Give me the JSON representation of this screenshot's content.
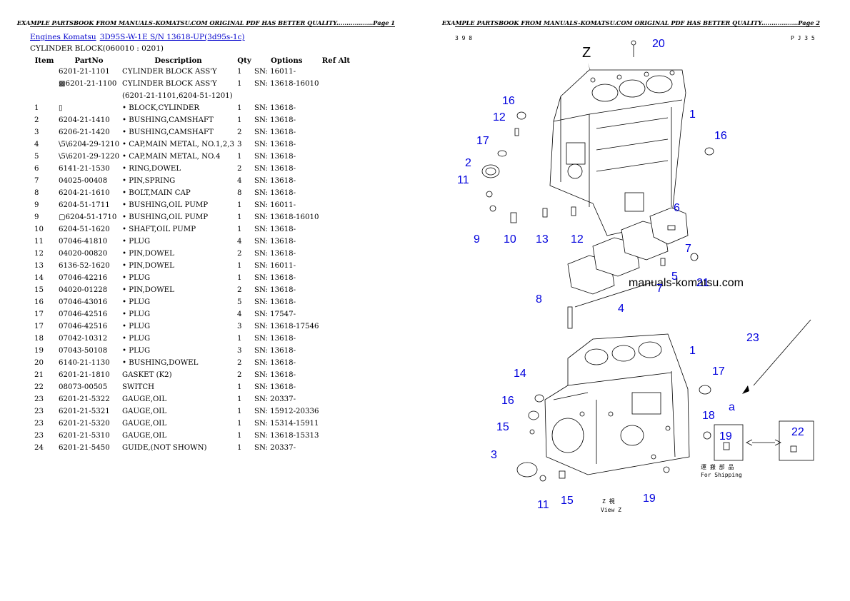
{
  "header_text_p1": "EXAMPLE PARTSBOOK FROM MANUALS-KOMATSU.COM ORIGINAL PDF HAS BETTER QUALITY..................Page 1",
  "header_text_p2": "EXAMPLE PARTSBOOK FROM MANUALS-KOMATSU.COM ORIGINAL PDF HAS BETTER QUALITY..................Page 2",
  "breadcrumb": {
    "link1": "Engines Komatsu",
    "link2": "3D95S-W-1E S/N 13618-UP(3d95s-1c)"
  },
  "subtitle": "CYLINDER BLOCK(060010 : 0201)",
  "columns": [
    "Item",
    "PartNo",
    "Description",
    "Qty",
    "Options",
    "Ref Alt"
  ],
  "rows": [
    {
      "item": "",
      "part": "6201-21-1101",
      "desc": "CYLINDER BLOCK ASS'Y",
      "qty": "1",
      "opt": "SN: 16011-",
      "ref": ""
    },
    {
      "item": "",
      "part": "▩6201-21-1100",
      "desc": "CYLINDER BLOCK ASS'Y",
      "qty": "1",
      "opt": "SN: 13618-16010",
      "ref": ""
    },
    {
      "item": "",
      "part": "",
      "desc": "(6201-21-1101,6204-51-1201)",
      "qty": "",
      "opt": "",
      "ref": ""
    },
    {
      "item": "1",
      "part": "▯",
      "desc": "• BLOCK,CYLINDER",
      "qty": "1",
      "opt": "SN: 13618-",
      "ref": ""
    },
    {
      "item": "2",
      "part": "6204-21-1410",
      "desc": "• BUSHING,CAMSHAFT",
      "qty": "1",
      "opt": "SN: 13618-",
      "ref": ""
    },
    {
      "item": "3",
      "part": "6206-21-1420",
      "desc": "• BUSHING,CAMSHAFT",
      "qty": "2",
      "opt": "SN: 13618-",
      "ref": ""
    },
    {
      "item": "4",
      "part": "\\5\\6204-29-1210",
      "desc": "• CAP,MAIN METAL, NO.1,2,3",
      "qty": "3",
      "opt": "SN: 13618-",
      "ref": ""
    },
    {
      "item": "5",
      "part": "\\5\\6201-29-1220",
      "desc": "• CAP,MAIN METAL, NO.4",
      "qty": "1",
      "opt": "SN: 13618-",
      "ref": ""
    },
    {
      "item": "6",
      "part": "6141-21-1530",
      "desc": "• RING,DOWEL",
      "qty": "2",
      "opt": "SN: 13618-",
      "ref": ""
    },
    {
      "item": "7",
      "part": "04025-00408",
      "desc": "• PIN,SPRING",
      "qty": "4",
      "opt": "SN: 13618-",
      "ref": ""
    },
    {
      "item": "8",
      "part": "6204-21-1610",
      "desc": "• BOLT,MAIN CAP",
      "qty": "8",
      "opt": "SN: 13618-",
      "ref": ""
    },
    {
      "item": "9",
      "part": "6204-51-1711",
      "desc": "• BUSHING,OIL PUMP",
      "qty": "1",
      "opt": "SN: 16011-",
      "ref": ""
    },
    {
      "item": "9",
      "part": "▢6204-51-1710",
      "desc": "• BUSHING,OIL PUMP",
      "qty": "1",
      "opt": "SN: 13618-16010",
      "ref": ""
    },
    {
      "item": "10",
      "part": "6204-51-1620",
      "desc": "• SHAFT,OIL PUMP",
      "qty": "1",
      "opt": "SN: 13618-",
      "ref": ""
    },
    {
      "item": "11",
      "part": "07046-41810",
      "desc": "• PLUG",
      "qty": "4",
      "opt": "SN: 13618-",
      "ref": ""
    },
    {
      "item": "12",
      "part": "04020-00820",
      "desc": "• PIN,DOWEL",
      "qty": "2",
      "opt": "SN: 13618-",
      "ref": ""
    },
    {
      "item": "13",
      "part": "6136-52-1620",
      "desc": "• PIN,DOWEL",
      "qty": "1",
      "opt": "SN: 16011-",
      "ref": ""
    },
    {
      "item": "14",
      "part": "07046-42216",
      "desc": "• PLUG",
      "qty": "1",
      "opt": "SN: 13618-",
      "ref": ""
    },
    {
      "item": "15",
      "part": "04020-01228",
      "desc": "• PIN,DOWEL",
      "qty": "2",
      "opt": "SN: 13618-",
      "ref": ""
    },
    {
      "item": "16",
      "part": "07046-43016",
      "desc": "• PLUG",
      "qty": "5",
      "opt": "SN: 13618-",
      "ref": ""
    },
    {
      "item": "17",
      "part": "07046-42516",
      "desc": "• PLUG",
      "qty": "4",
      "opt": "SN: 17547-",
      "ref": ""
    },
    {
      "item": "17",
      "part": "07046-42516",
      "desc": "• PLUG",
      "qty": "3",
      "opt": "SN: 13618-17546",
      "ref": ""
    },
    {
      "item": "18",
      "part": "07042-10312",
      "desc": "• PLUG",
      "qty": "1",
      "opt": "SN: 13618-",
      "ref": ""
    },
    {
      "item": "19",
      "part": "07043-50108",
      "desc": "• PLUG",
      "qty": "3",
      "opt": "SN: 13618-",
      "ref": ""
    },
    {
      "item": "20",
      "part": "6140-21-1130",
      "desc": "• BUSHING,DOWEL",
      "qty": "2",
      "opt": "SN: 13618-",
      "ref": ""
    },
    {
      "item": "21",
      "part": "6201-21-1810",
      "desc": "GASKET (K2)",
      "qty": "2",
      "opt": "SN: 13618-",
      "ref": ""
    },
    {
      "item": "22",
      "part": "08073-00505",
      "desc": "SWITCH",
      "qty": "1",
      "opt": "SN: 13618-",
      "ref": ""
    },
    {
      "item": "23",
      "part": "6201-21-5322",
      "desc": "GAUGE,OIL",
      "qty": "1",
      "opt": "SN: 20337-",
      "ref": ""
    },
    {
      "item": "23",
      "part": "6201-21-5321",
      "desc": "GAUGE,OIL",
      "qty": "1",
      "opt": "SN: 15912-20336",
      "ref": ""
    },
    {
      "item": "23",
      "part": "6201-21-5320",
      "desc": "GAUGE,OIL",
      "qty": "1",
      "opt": "SN: 15314-15911",
      "ref": ""
    },
    {
      "item": "23",
      "part": "6201-21-5310",
      "desc": "GAUGE,OIL",
      "qty": "1",
      "opt": "SN: 13618-15313",
      "ref": ""
    },
    {
      "item": "24",
      "part": "6201-21-5450",
      "desc": "GUIDE,(NOT SHOWN)",
      "qty": "1",
      "opt": "SN: 20337-",
      "ref": ""
    }
  ],
  "diagram": {
    "corner_left": "3 9 8",
    "corner_right": "P J 3 5",
    "view_letter": "Z",
    "watermark": "manuals-komatsu.com",
    "callouts": [
      "20",
      "1",
      "16",
      "12",
      "16",
      "17",
      "2",
      "11",
      "9",
      "10",
      "13",
      "12",
      "6",
      "7",
      "5",
      "21",
      "8",
      "4",
      "7",
      "23",
      "1",
      "14",
      "17",
      "16",
      "a",
      "15",
      "18",
      "19",
      "22",
      "3",
      "11",
      "15",
      "19"
    ],
    "shipping_jp": "運 搬 部 品",
    "shipping_en": "For Shipping",
    "view_caption_jp": "Z  視",
    "view_caption_en": "View Z"
  }
}
